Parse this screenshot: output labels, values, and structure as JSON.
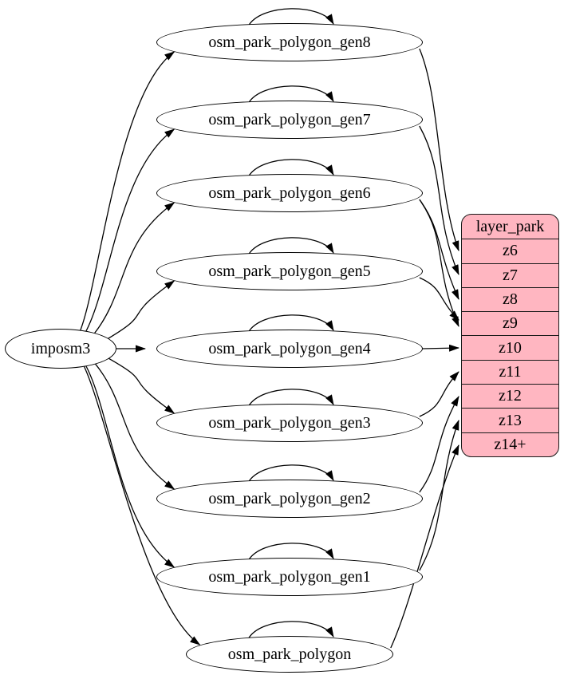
{
  "diagram": {
    "kind": "etl-graph",
    "source": {
      "id": "imposm3",
      "label": "imposm3"
    },
    "tables": [
      {
        "id": "osm_park_polygon_gen8",
        "label": "osm_park_polygon_gen8"
      },
      {
        "id": "osm_park_polygon_gen7",
        "label": "osm_park_polygon_gen7"
      },
      {
        "id": "osm_park_polygon_gen6",
        "label": "osm_park_polygon_gen6"
      },
      {
        "id": "osm_park_polygon_gen5",
        "label": "osm_park_polygon_gen5"
      },
      {
        "id": "osm_park_polygon_gen4",
        "label": "osm_park_polygon_gen4"
      },
      {
        "id": "osm_park_polygon_gen3",
        "label": "osm_park_polygon_gen3"
      },
      {
        "id": "osm_park_polygon_gen2",
        "label": "osm_park_polygon_gen2"
      },
      {
        "id": "osm_park_polygon_gen1",
        "label": "osm_park_polygon_gen1"
      },
      {
        "id": "osm_park_polygon",
        "label": "osm_park_polygon"
      }
    ],
    "layer_table": {
      "id": "layer_park",
      "header": "layer_park",
      "rows": [
        {
          "id": "z6",
          "label": "z6"
        },
        {
          "id": "z7",
          "label": "z7"
        },
        {
          "id": "z8",
          "label": "z8"
        },
        {
          "id": "z9",
          "label": "z9"
        },
        {
          "id": "z10",
          "label": "z10"
        },
        {
          "id": "z11",
          "label": "z11"
        },
        {
          "id": "z12",
          "label": "z12"
        },
        {
          "id": "z13",
          "label": "z13"
        },
        {
          "id": "z14+",
          "label": "z14+"
        }
      ]
    },
    "edges": {
      "from_source": [
        "osm_park_polygon_gen8",
        "osm_park_polygon_gen7",
        "osm_park_polygon_gen6",
        "osm_park_polygon_gen5",
        "osm_park_polygon_gen4",
        "osm_park_polygon_gen3",
        "osm_park_polygon_gen2",
        "osm_park_polygon_gen1",
        "osm_park_polygon"
      ],
      "self_loops": [
        "osm_park_polygon_gen8",
        "osm_park_polygon_gen7",
        "osm_park_polygon_gen6",
        "osm_park_polygon_gen5",
        "osm_park_polygon_gen4",
        "osm_park_polygon_gen3",
        "osm_park_polygon_gen2",
        "osm_park_polygon_gen1",
        "osm_park_polygon"
      ],
      "to_layer": [
        {
          "from": "osm_park_polygon_gen8",
          "to": "z6"
        },
        {
          "from": "osm_park_polygon_gen7",
          "to": "z7"
        },
        {
          "from": "osm_park_polygon_gen6",
          "to": "z8"
        },
        {
          "from": "osm_park_polygon_gen6",
          "to": "z9"
        },
        {
          "from": "osm_park_polygon_gen5",
          "to": "z9"
        },
        {
          "from": "osm_park_polygon_gen4",
          "to": "z10"
        },
        {
          "from": "osm_park_polygon_gen3",
          "to": "z11"
        },
        {
          "from": "osm_park_polygon_gen2",
          "to": "z12"
        },
        {
          "from": "osm_park_polygon_gen1",
          "to": "z13"
        },
        {
          "from": "osm_park_polygon",
          "to": "z14+"
        }
      ]
    },
    "colors": {
      "layer_fill": "#ffb6c1",
      "node_fill": "#ffffff",
      "stroke": "#000000",
      "text": "#000000"
    }
  }
}
